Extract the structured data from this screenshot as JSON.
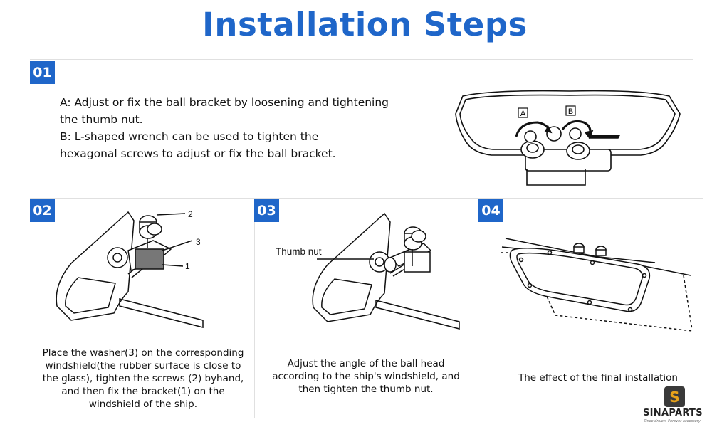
{
  "title": "Installation Steps",
  "steps": [
    {
      "number": "01",
      "lines": [
        "A: Adjust or fix the ball bracket by loosening and tightening",
        "the thumb nut.",
        "B: L-shaped wrench can be used to tighten the",
        "hexagonal screws to adjust or fix the ball bracket."
      ],
      "labels": {
        "a": "A",
        "b": "B"
      }
    },
    {
      "number": "02",
      "lines": [
        "Place the washer(3) on the corresponding",
        "windshield(the rubber surface is close to",
        "the glass), tighten the screws (2) byhand,",
        "and then fix the bracket(1) on the",
        "windshield of the ship."
      ],
      "callouts": {
        "c1": "1",
        "c2": "2",
        "c3": "3"
      }
    },
    {
      "number": "03",
      "lines": [
        "Adjust the angle of the ball head",
        "according to the ship's windshield, and",
        "then tighten the thumb nut."
      ],
      "callout": "Thumb nut"
    },
    {
      "number": "04",
      "lines": [
        "The effect of the final installation"
      ]
    }
  ],
  "brand": {
    "name": "SINAPARTS",
    "tagline": "Since driven. Forever accessory",
    "logo_letter": "S"
  },
  "colors": {
    "accent": "#1f66c9",
    "brand_gold": "#e8a21a"
  }
}
